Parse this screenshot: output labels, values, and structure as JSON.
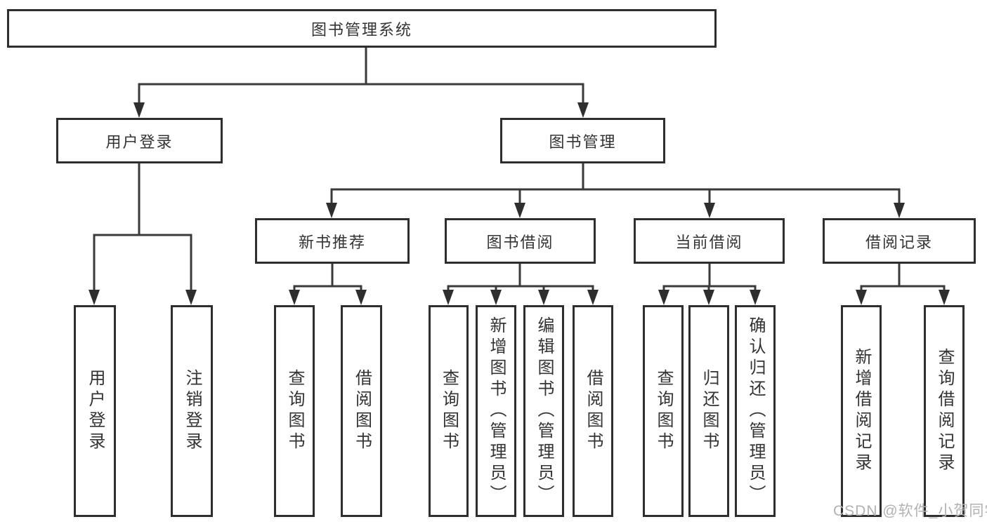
{
  "diagram": {
    "root": {
      "label": "图书管理系统"
    },
    "branches": [
      {
        "label": "用户登录",
        "children": [
          {
            "label": "用户登录"
          },
          {
            "label": "注销登录"
          }
        ]
      },
      {
        "label": "图书管理",
        "children": [
          {
            "label": "新书推荐",
            "children": [
              {
                "label": "查询图书"
              },
              {
                "label": "借阅图书"
              }
            ]
          },
          {
            "label": "图书借阅",
            "children": [
              {
                "label": "查询图书"
              },
              {
                "label": "新增图书（管理员）"
              },
              {
                "label": "编辑图书（管理员）"
              },
              {
                "label": "借阅图书"
              }
            ]
          },
          {
            "label": "当前借阅",
            "children": [
              {
                "label": "查询图书"
              },
              {
                "label": "归还图书"
              },
              {
                "label": "确认归还（管理员）"
              }
            ]
          },
          {
            "label": "借阅记录",
            "children": [
              {
                "label": "新增借阅记录"
              },
              {
                "label": "查询借阅记录"
              }
            ]
          }
        ]
      }
    ]
  },
  "watermark": {
    "text": "CSDN @软件_小贺同学"
  },
  "colors": {
    "line": "#3a3a3a",
    "border": "#2e2e2e",
    "text": "#333333",
    "watermark": "#b2b2b2",
    "background": "#ffffff"
  }
}
